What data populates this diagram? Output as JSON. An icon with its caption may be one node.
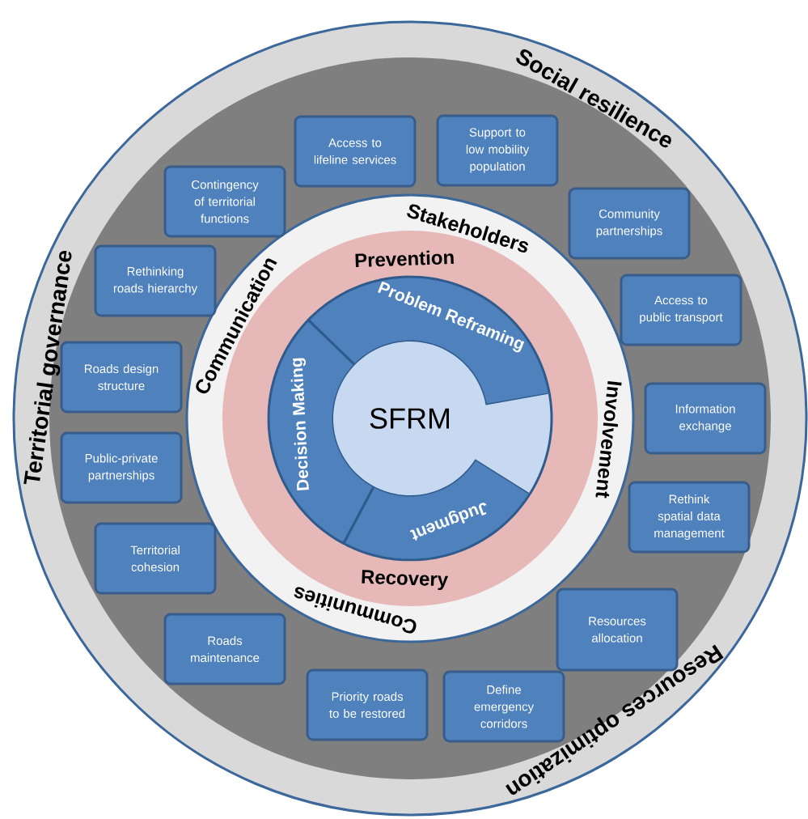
{
  "diagram": {
    "nodes": [
      {
        "text": [
          "Social resilience",
          "Territorial governance",
          "Resources optimization"
        ]
      },
      {
        "text": [
          "Stakeholders",
          "Involvement",
          "Communities",
          "Communication"
        ],
        "in": 0
      },
      {
        "text": [
          "Prevention",
          "Recovery"
        ],
        "in": 1
      },
      {
        "text": [
          "Problem Reframing"
        ],
        "in": 2
      },
      {
        "text": [
          "Decision Making"
        ],
        "in": 2
      },
      {
        "text": [
          "Judgment"
        ],
        "in": 2
      },
      {
        "text": [
          "SFRM"
        ],
        "in": 2
      },
      {
        "text": [
          "Support to low mobility population"
        ],
        "in": 0
      },
      {
        "text": [
          "Access to lifeline services"
        ],
        "in": 0
      },
      {
        "text": [
          "Contingency of territorial functions"
        ],
        "in": 0
      },
      {
        "text": [
          "Community partnerships"
        ],
        "in": 0
      },
      {
        "text": [
          "Rethinking roads hierarchy"
        ],
        "in": 0
      },
      {
        "text": [
          "Access to public transport"
        ],
        "in": 0
      },
      {
        "text": [
          "Roads design structure"
        ],
        "in": 0
      },
      {
        "text": [
          "Information exchange"
        ],
        "in": 0
      },
      {
        "text": [
          "Public-private partnerships"
        ],
        "in": 0
      },
      {
        "text": [
          "Rethink spatial data management"
        ],
        "in": 0
      },
      {
        "text": [
          "Territorial cohesion"
        ],
        "in": 0
      },
      {
        "text": [
          "Resources allocation"
        ],
        "in": 0
      },
      {
        "text": [
          "Roads maintenance"
        ],
        "in": 0
      },
      {
        "text": [
          "Priority roads to be restored"
        ],
        "in": 0
      },
      {
        "text": [
          "Define emergency corridors"
        ],
        "in": 0
      }
    ]
  }
}
